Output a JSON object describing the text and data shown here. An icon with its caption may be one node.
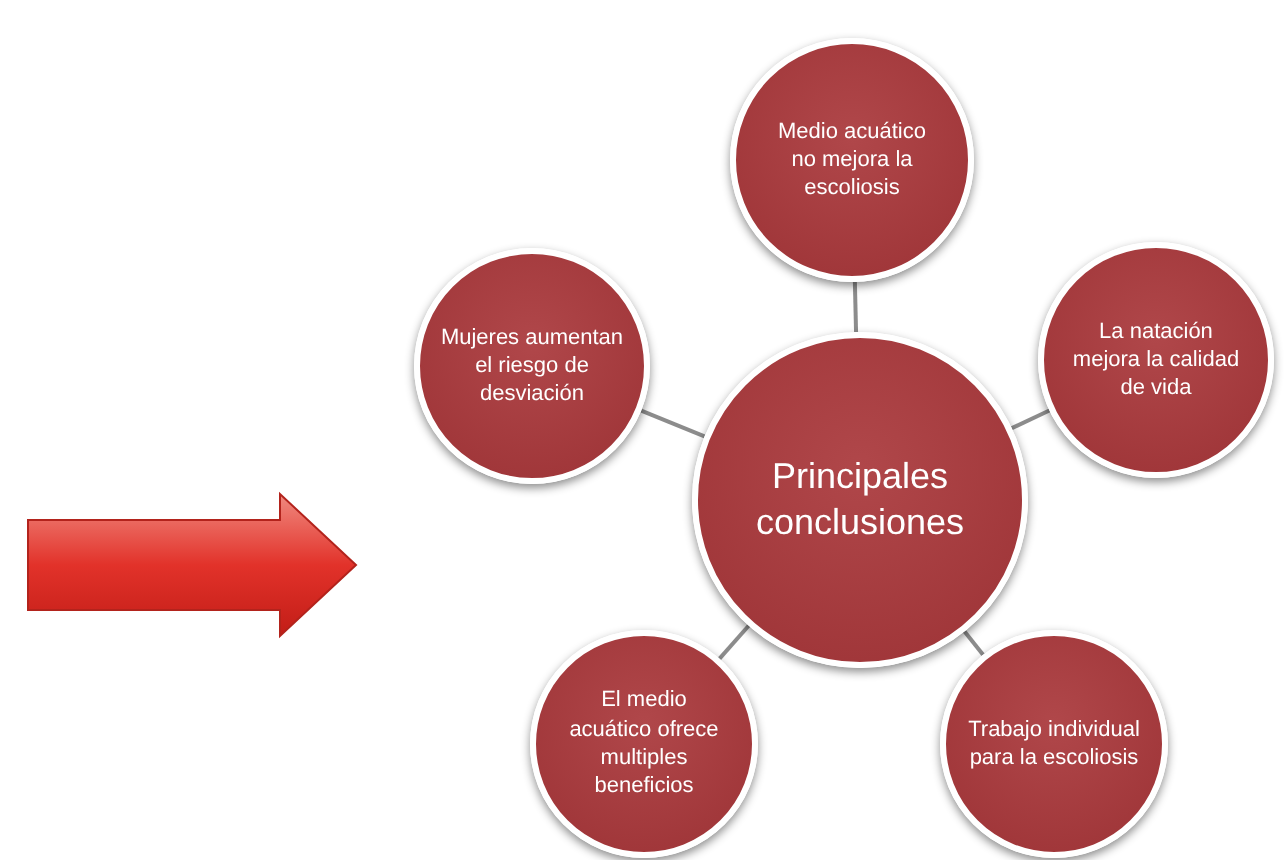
{
  "diagram": {
    "nodes": [
      {
        "text": [
          "Principales conclusiones"
        ]
      },
      {
        "text": [
          "Medio acuático no mejora la escoliosis"
        ]
      },
      {
        "text": [
          "La natación mejora la calidad de vida"
        ]
      },
      {
        "text": [
          "Trabajo individual para la escoliosis"
        ]
      },
      {
        "text": [
          "El medio acuático ofrece multiples beneficios"
        ]
      },
      {
        "text": [
          "Mujeres aumentan el riesgo de desviación"
        ]
      },
      {
        "text": [],
        "shape": "arrow"
      }
    ],
    "edges": [
      {
        "from": 0,
        "to": 1,
        "arrow": "none"
      },
      {
        "from": 0,
        "to": 2,
        "arrow": "none"
      },
      {
        "from": 0,
        "to": 3,
        "arrow": "none"
      },
      {
        "from": 0,
        "to": 4,
        "arrow": "none"
      },
      {
        "from": 0,
        "to": 5,
        "arrow": "none"
      }
    ]
  }
}
